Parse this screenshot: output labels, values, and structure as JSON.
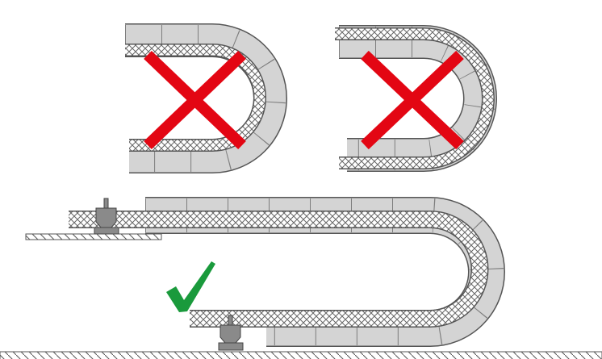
{
  "colors": {
    "chain_fill": "#d4d4d4",
    "chain_outline": "#555555",
    "cable_fill": "#ffffff",
    "hatch": "#666666",
    "wrong_mark": "#e30613",
    "correct_mark": "#1a9a3c",
    "bracket": "#8a8a8a"
  },
  "figures": [
    {
      "id": "incorrect-cable-inner-short",
      "verdict": "incorrect",
      "icon": "cross-icon"
    },
    {
      "id": "incorrect-cable-outer",
      "verdict": "incorrect",
      "icon": "cross-icon"
    },
    {
      "id": "correct-installation",
      "verdict": "correct",
      "icon": "checkmark-icon"
    }
  ]
}
